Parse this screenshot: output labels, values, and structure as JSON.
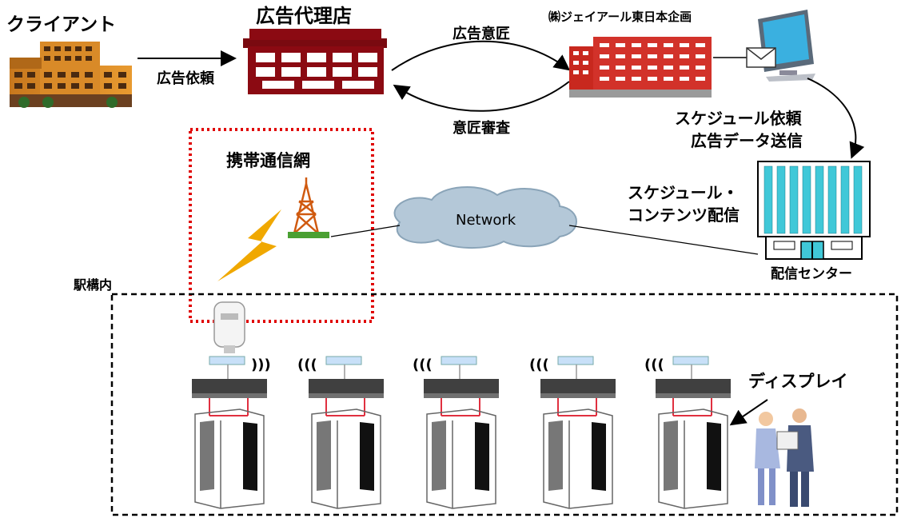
{
  "labels": {
    "client": "クライアント",
    "agency": "広告代理店",
    "ad_request": "広告依頼",
    "design": "広告意匠",
    "design_review": "意匠審査",
    "jr_company": "㈱ジェイアール東日本企画",
    "schedule_request_1": "スケジュール依頼",
    "schedule_request_2": "広告データ送信",
    "mobile_network": "携帯通信網",
    "network": "Network",
    "schedule_content_1": "スケジュール・",
    "schedule_content_2": "コンテンツ配信",
    "distribution_center": "配信センター",
    "station_premises": "駅構内",
    "display": "ディスプレイ"
  },
  "colors": {
    "agency_building": "#8b0a12",
    "mobile_box_border": "#e00000",
    "cloud": "#b4c8d8",
    "center_windows": "#40c8d8",
    "lightning": "#f0a800",
    "tower": "#d05a10"
  }
}
